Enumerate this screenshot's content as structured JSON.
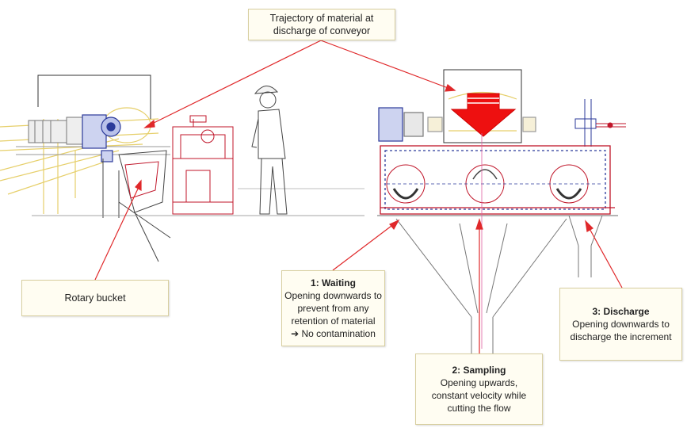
{
  "callouts": {
    "trajectory": {
      "line1": "Trajectory of material at",
      "line2": "discharge of conveyor"
    },
    "rotary": {
      "text": "Rotary bucket"
    },
    "waiting": {
      "title": "1: Waiting",
      "lines": [
        "Opening downwards to",
        "prevent from any",
        "retention of material",
        "No contamination"
      ],
      "arrow": "➔"
    },
    "sampling": {
      "title": "2: Sampling",
      "lines": [
        "Opening upwards,",
        "constant velocity while",
        "cutting the flow"
      ]
    },
    "discharge": {
      "title": "3: Discharge",
      "lines": [
        "Opening downwards to",
        "discharge the increment"
      ]
    }
  },
  "colors": {
    "callout_line": "#e0282a",
    "drawing_blue": "#2b3a9a",
    "drawing_red": "#c0162a",
    "drawing_yellow": "#e8d070",
    "drawing_gray": "#6a6a6a",
    "flow_arrow": "#ee1010"
  }
}
